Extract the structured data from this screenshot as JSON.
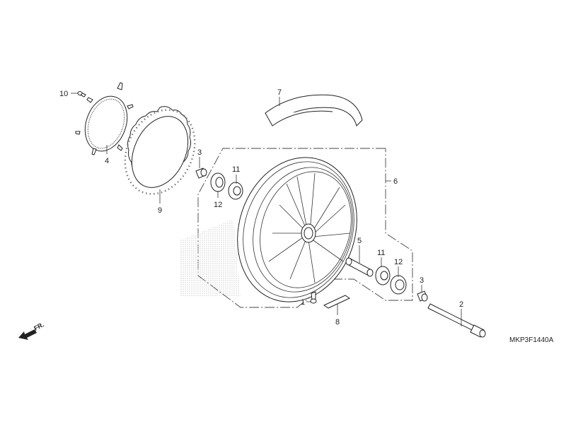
{
  "diagram": {
    "code": "MKP3F1440A",
    "direction_label": "FR.",
    "callouts": [
      {
        "id": "c10",
        "text": "10"
      },
      {
        "id": "c4",
        "text": "4"
      },
      {
        "id": "c9",
        "text": "9"
      },
      {
        "id": "c7",
        "text": "7"
      },
      {
        "id": "c3a",
        "text": "3"
      },
      {
        "id": "c11a",
        "text": "11"
      },
      {
        "id": "c12a",
        "text": "12"
      },
      {
        "id": "c6",
        "text": "6"
      },
      {
        "id": "c5",
        "text": "5"
      },
      {
        "id": "c11b",
        "text": "11"
      },
      {
        "id": "c12b",
        "text": "12"
      },
      {
        "id": "c3b",
        "text": "3"
      },
      {
        "id": "c2",
        "text": "2"
      },
      {
        "id": "c1",
        "text": "1"
      },
      {
        "id": "c8",
        "text": "8"
      }
    ]
  }
}
